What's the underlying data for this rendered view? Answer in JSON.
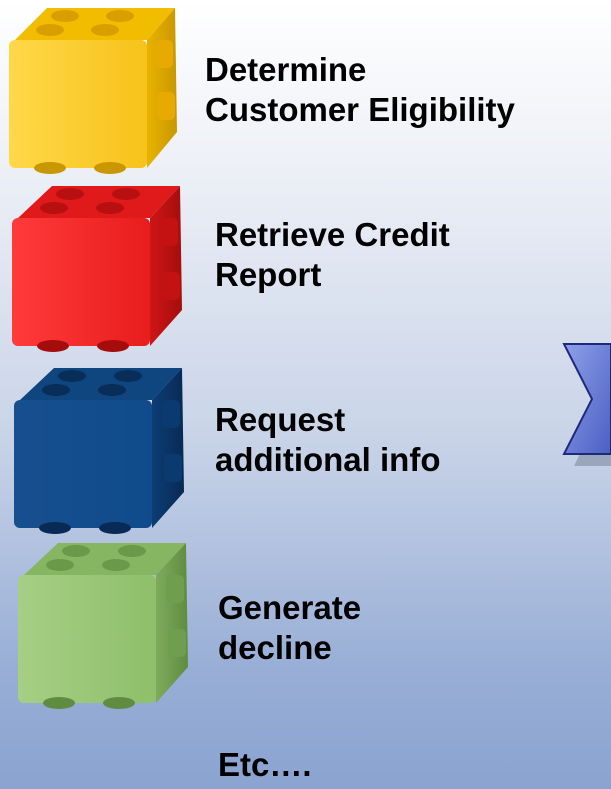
{
  "steps": [
    {
      "label_line1": "Determine",
      "label_line2": "Customer Eligibility",
      "block_color": "#f5c400",
      "block_name": "yellow-lego-block"
    },
    {
      "label_line1": "Retrieve Credit",
      "label_line2": "Report",
      "block_color": "#e81d1d",
      "block_name": "red-lego-block"
    },
    {
      "label_line1": "Request",
      "label_line2": "additional info",
      "block_color": "#0f4b8c",
      "block_name": "blue-lego-block"
    },
    {
      "label_line1": "Generate",
      "label_line2": "decline",
      "block_color": "#8fbf6a",
      "block_name": "green-lego-block"
    }
  ],
  "etc_label": "Etc….",
  "chevron_color": "#5a6fcf"
}
